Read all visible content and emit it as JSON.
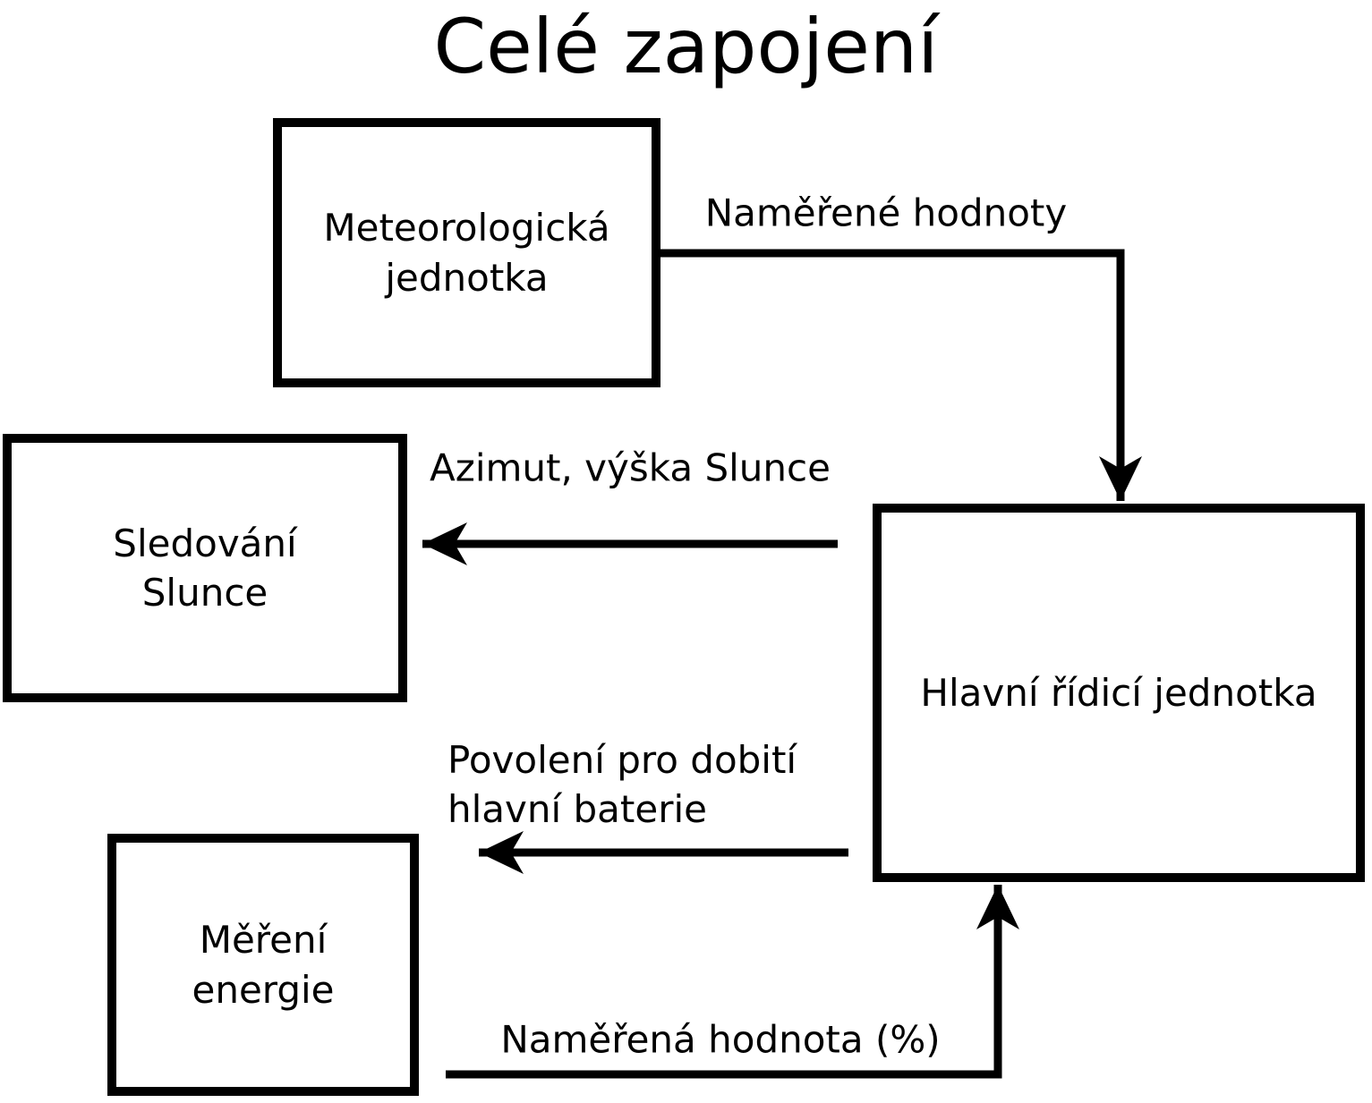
{
  "title": "Celé zapojení",
  "colors": {
    "background": "#ffffff",
    "stroke": "#000000",
    "text": "#000000"
  },
  "boxes": {
    "meteo": {
      "lines": [
        "Meteorologická",
        "jednotka"
      ]
    },
    "sun_tracking": {
      "lines": [
        "Sledování",
        "Slunce"
      ]
    },
    "energy": {
      "lines": [
        "Měření",
        "energie"
      ]
    },
    "main_unit": {
      "lines": [
        "Hlavní řídicí jednotka"
      ]
    }
  },
  "edges": {
    "measured_values": {
      "label": "Naměřené hodnoty"
    },
    "sun_position": {
      "label": "Azimut, výška Slunce"
    },
    "charge_permission": {
      "lines": [
        "Povolení pro dobití",
        "hlavní baterie"
      ]
    },
    "measured_percentage": {
      "label": "Naměřená hodnota (%)"
    }
  }
}
